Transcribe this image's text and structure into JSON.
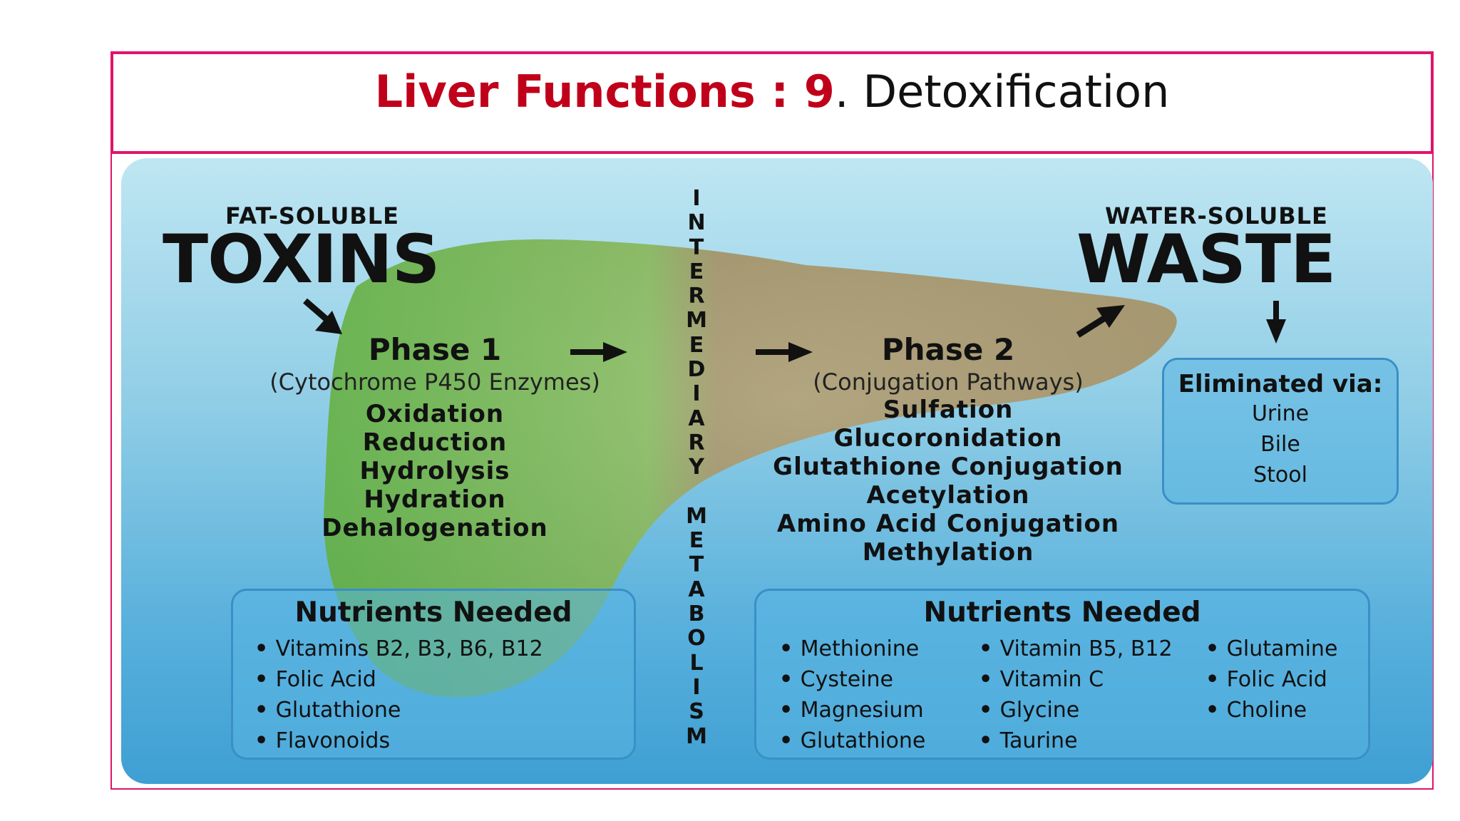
{
  "title": {
    "part1": "Liver Functions  : 9",
    "part2": ". Detoxification"
  },
  "left_header": {
    "small": "FAT-SOLUBLE",
    "big": "TOXINS"
  },
  "right_header": {
    "small": "WATER-SOLUBLE",
    "big": "WASTE"
  },
  "vertical_text": "INTERMEDIARY METABOLISM",
  "phase1": {
    "title": "Phase 1",
    "subtitle": "(Cytochrome P450 Enzymes)",
    "items": [
      "Oxidation",
      "Reduction",
      "Hydrolysis",
      "Hydration",
      "Dehalogenation"
    ]
  },
  "phase2": {
    "title": "Phase 2",
    "subtitle": "(Conjugation Pathways)",
    "items": [
      "Sulfation",
      "Glucoronidation",
      "Glutathione Conjugation",
      "Acetylation",
      "Amino Acid Conjugation",
      "Methylation"
    ]
  },
  "elimination": {
    "title": "Eliminated via:",
    "items": [
      "Urine",
      "Bile",
      "Stool"
    ]
  },
  "nutrients_phase1": {
    "title": "Nutrients Needed",
    "items": [
      "Vitamins B2, B3, B6, B12",
      "Folic Acid",
      "Glutathione",
      "Flavonoids"
    ]
  },
  "nutrients_phase2": {
    "title": "Nutrients Needed",
    "col1": [
      "Methionine",
      "Cysteine",
      "Magnesium",
      "Glutathione"
    ],
    "col2": [
      "Vitamin B5, B12",
      "Vitamin C",
      "Glycine",
      "Taurine"
    ],
    "col3": [
      "Glutamine",
      "Folic Acid",
      "Choline"
    ]
  },
  "colors": {
    "accent_border": "#e0146a",
    "title_red": "#c0001a",
    "liver_green": "#6cbf4a",
    "liver_tan": "#a89464",
    "box_border": "#3a8fc7",
    "panel_light": "#bfe6f2",
    "panel_dark": "#3f9fd3"
  }
}
